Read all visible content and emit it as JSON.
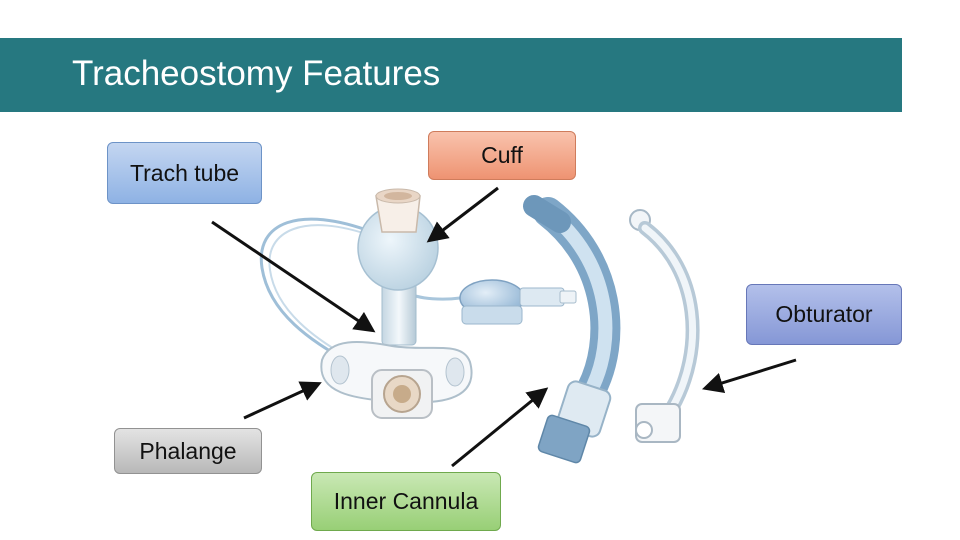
{
  "slide": {
    "title": "Tracheostomy Features"
  },
  "labels": {
    "trach_tube": "Trach tube",
    "cuff": "Cuff",
    "obturator": "Obturator",
    "phalange": "Phalange",
    "inner_cannula": "Inner Cannula"
  },
  "colors": {
    "title_bar": "#267880",
    "trach_tube_box": "#a9c4ea",
    "cuff_box": "#f4aa8c",
    "obturator_box": "#9aa9de",
    "phalange_box": "#cfcfcf",
    "inner_cannula_box": "#b0dc94"
  }
}
